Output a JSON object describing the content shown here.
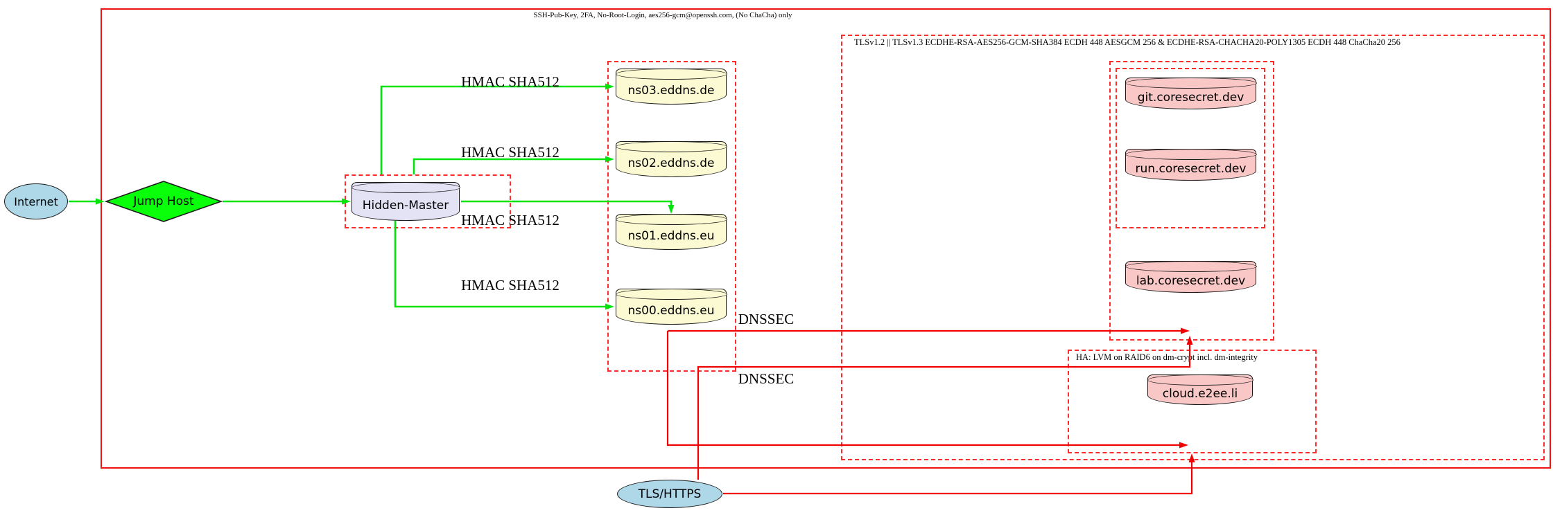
{
  "clusters": {
    "ssh": {
      "label": "SSH-Pub-Key, 2FA, No-Root-Login, aes256-gcm@openssh.com, (No ChaCha) only",
      "border_style": "solid"
    },
    "tls": {
      "label": "TLSv1.2 || TLSv1.3 ECDHE-RSA-AES256-GCM-SHA384 ECDH 448 AESGCM 256 & ECDHE-RSA-CHACHA20-POLY1305 ECDH 448 ChaCha20 256",
      "border_style": "dashed"
    },
    "ha": {
      "label": "HA: LVM on RAID6 on dm-crypt incl. dm-integrity",
      "border_style": "dashed"
    }
  },
  "nodes": {
    "internet": {
      "label": "Internet",
      "shape": "ellipse",
      "fill": "#aed7e8"
    },
    "jump_host": {
      "label": "Jump Host",
      "shape": "diamond",
      "fill": "#0aff0a"
    },
    "hidden_master": {
      "label": "Hidden-Master",
      "shape": "cylinder",
      "fill": "#e4e3f6"
    },
    "ns03": {
      "label": "ns03.eddns.de",
      "shape": "cylinder",
      "fill": "#fbfad2"
    },
    "ns02": {
      "label": "ns02.eddns.de",
      "shape": "cylinder",
      "fill": "#fbfad2"
    },
    "ns01": {
      "label": "ns01.eddns.eu",
      "shape": "cylinder",
      "fill": "#fbfad2"
    },
    "ns00": {
      "label": "ns00.eddns.eu",
      "shape": "cylinder",
      "fill": "#fbfad2"
    },
    "git": {
      "label": "git.coresecret.dev",
      "shape": "cylinder",
      "fill": "#f8c7c6"
    },
    "run": {
      "label": "run.coresecret.dev",
      "shape": "cylinder",
      "fill": "#f8c7c6"
    },
    "lab": {
      "label": "lab.coresecret.dev",
      "shape": "cylinder",
      "fill": "#f8c7c6"
    },
    "cloud": {
      "label": "cloud.e2ee.li",
      "shape": "cylinder",
      "fill": "#f8c7c6"
    },
    "tls_https": {
      "label": "TLS/HTTPS",
      "shape": "ellipse",
      "fill": "#aed7e8"
    }
  },
  "edge_labels": {
    "hmac1": "HMAC SHA512",
    "hmac2": "HMAC SHA512",
    "hmac3": "HMAC SHA512",
    "hmac4": "HMAC SHA512",
    "dnssec1": "DNSSEC",
    "dnssec2": "DNSSEC"
  },
  "colors": {
    "edge_green": "#00e40b",
    "edge_red": "#f20000",
    "cluster_border_red": "#ff2a2a",
    "outer_border_red": "#ee1111",
    "node_border": "#1a1a1a",
    "fill_lightblue": "#aed7e8",
    "fill_green": "#0aff0a",
    "fill_lavender": "#e4e3f6",
    "fill_lightyellow": "#fbfad2",
    "fill_pink": "#f8c7c6"
  }
}
